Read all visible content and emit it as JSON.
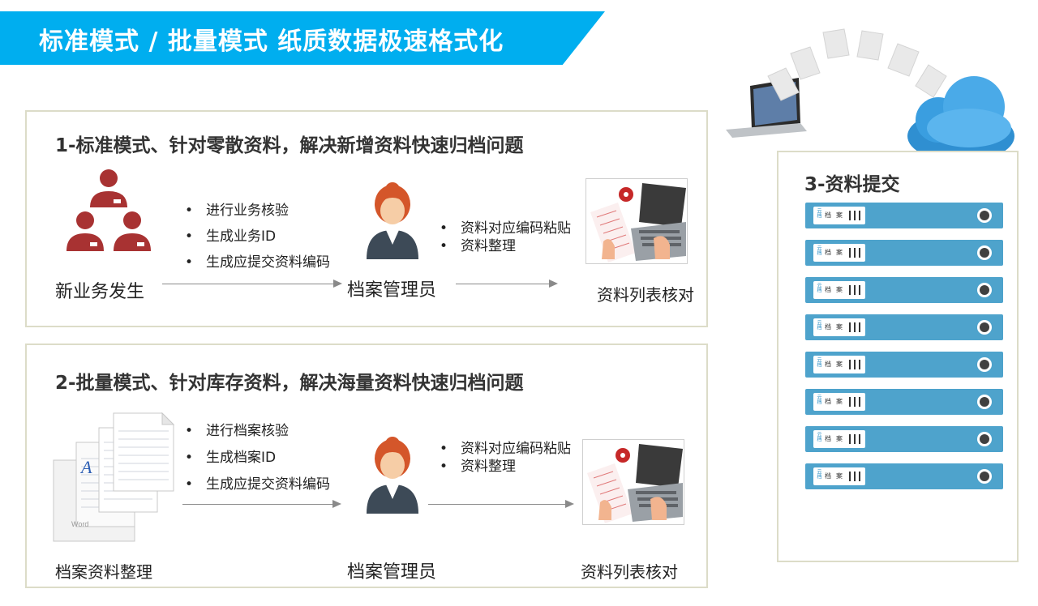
{
  "header": {
    "title": "标准模式 / 批量模式 纸质数据极速格式化"
  },
  "panel1": {
    "title": "1-标准模式、针对零散资料，解决新增资料快速归档问题",
    "bullets_left": [
      "进行业务核验",
      "生成业务ID",
      "生成应提交资料编码"
    ],
    "bullets_right": [
      "资料对应编码粘贴",
      "资料整理"
    ],
    "step1": "新业务发生",
    "step2": "档案管理员",
    "step3": "资料列表核对"
  },
  "panel2": {
    "title": "2-批量模式、针对库存资料，解决海量资料快速归档问题",
    "bullets_left": [
      "进行档案核验",
      "生成档案ID",
      "生成应提交资料编码"
    ],
    "bullets_right": [
      "资料对应编码粘贴",
      "资料整理"
    ],
    "step1": "档案资料整理",
    "step2": "档案管理员",
    "step3": "资料列表核对",
    "doc_icon_letter": "A",
    "doc_icon_word": "Word"
  },
  "panel3": {
    "title": "3-资料提交",
    "drive_label": {
      "brand": "云档",
      "text1": "档",
      "text2": "案"
    }
  },
  "colors": {
    "banner": "#00aeef",
    "drive": "#4ea3cc",
    "person_hair": "#d4562a",
    "group_red": "#a83232",
    "cloud": "#2f8fd1"
  }
}
